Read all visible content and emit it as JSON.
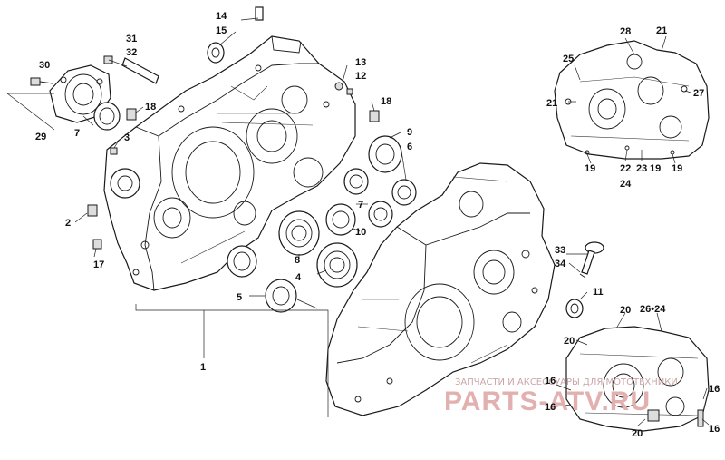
{
  "callouts": {
    "c1": "1",
    "c2": "2",
    "c3": "3",
    "c4": "4",
    "c5": "5",
    "c6": "6",
    "c7a": "7",
    "c7b": "7",
    "c8": "8",
    "c9": "9",
    "c10": "10",
    "c11": "11",
    "c12": "12",
    "c13": "13",
    "c14": "14",
    "c15": "15",
    "c16a": "16",
    "c16b": "16",
    "c16c": "16",
    "c16d": "16",
    "c17": "17",
    "c18a": "18",
    "c18b": "18",
    "c19a": "19",
    "c19b": "19",
    "c19c": "19",
    "c20a": "20",
    "c20b": "20",
    "c20c": "20",
    "c21a": "21",
    "c21b": "21",
    "c22": "22",
    "c23": "23",
    "c24a": "24",
    "c24b": "26•24",
    "c25": "25",
    "c27": "27",
    "c28": "28",
    "c29": "29",
    "c30": "30",
    "c31": "31",
    "c32": "32",
    "c33": "33",
    "c34": "34"
  },
  "watermark": {
    "line1": "ЗАПЧАСТИ И АКСЕССУАРЫ ДЛЯ МОТОТЕХНИКИ",
    "line2": "PARTS-ATV.RU"
  }
}
